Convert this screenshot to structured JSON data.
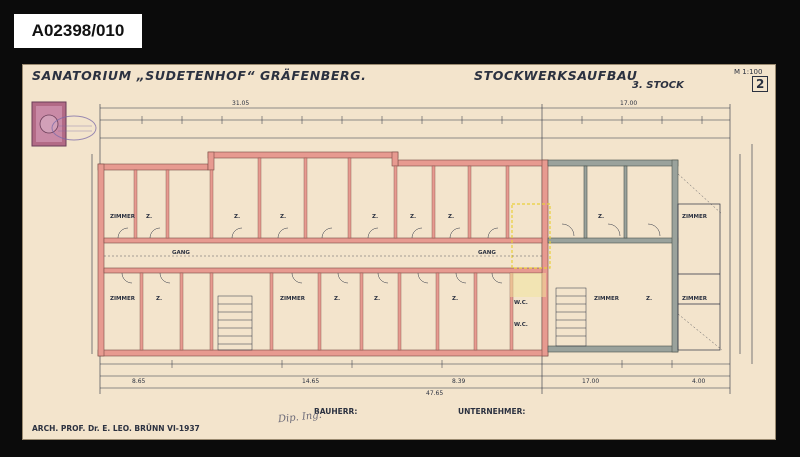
{
  "archive_label": "A02398/010",
  "sheet": {
    "title": "SANATORIUM „SUDETENHOF“ GRÄFENBERG.",
    "subtitle": "STOCKWERKSAUFBAU",
    "floor": "3. STOCK",
    "scale": "M 1:100",
    "sheet_number": "2",
    "bauherr_label": "BAUHERR:",
    "unternehmer_label": "UNTERNEHMER:",
    "architect_line": "ARCH. PROF. Dr. E. LEO. BRÜNN VI-1937",
    "signature": "Dip. Ing.",
    "room_labels": {
      "zimmer": "ZIMMER",
      "z": "Z.",
      "gang": "GANG",
      "wc": "W.C."
    },
    "dimensions": {
      "top_total_left": "31.05",
      "top_total_right": "17.00",
      "bottom_a": "8.65",
      "bottom_b": "14.65",
      "bottom_c": "8.39",
      "bottom_d": "17.00",
      "bottom_e": "4.00",
      "bottom_total": "47.65"
    },
    "colors": {
      "paper": "#f3e4cc",
      "wall_new": "#e79a90",
      "wall_existing": "#9aa29c",
      "ink": "#2b3140",
      "accent_yellow": "#e9cf3a",
      "stamp": "#7a6aa8"
    }
  }
}
